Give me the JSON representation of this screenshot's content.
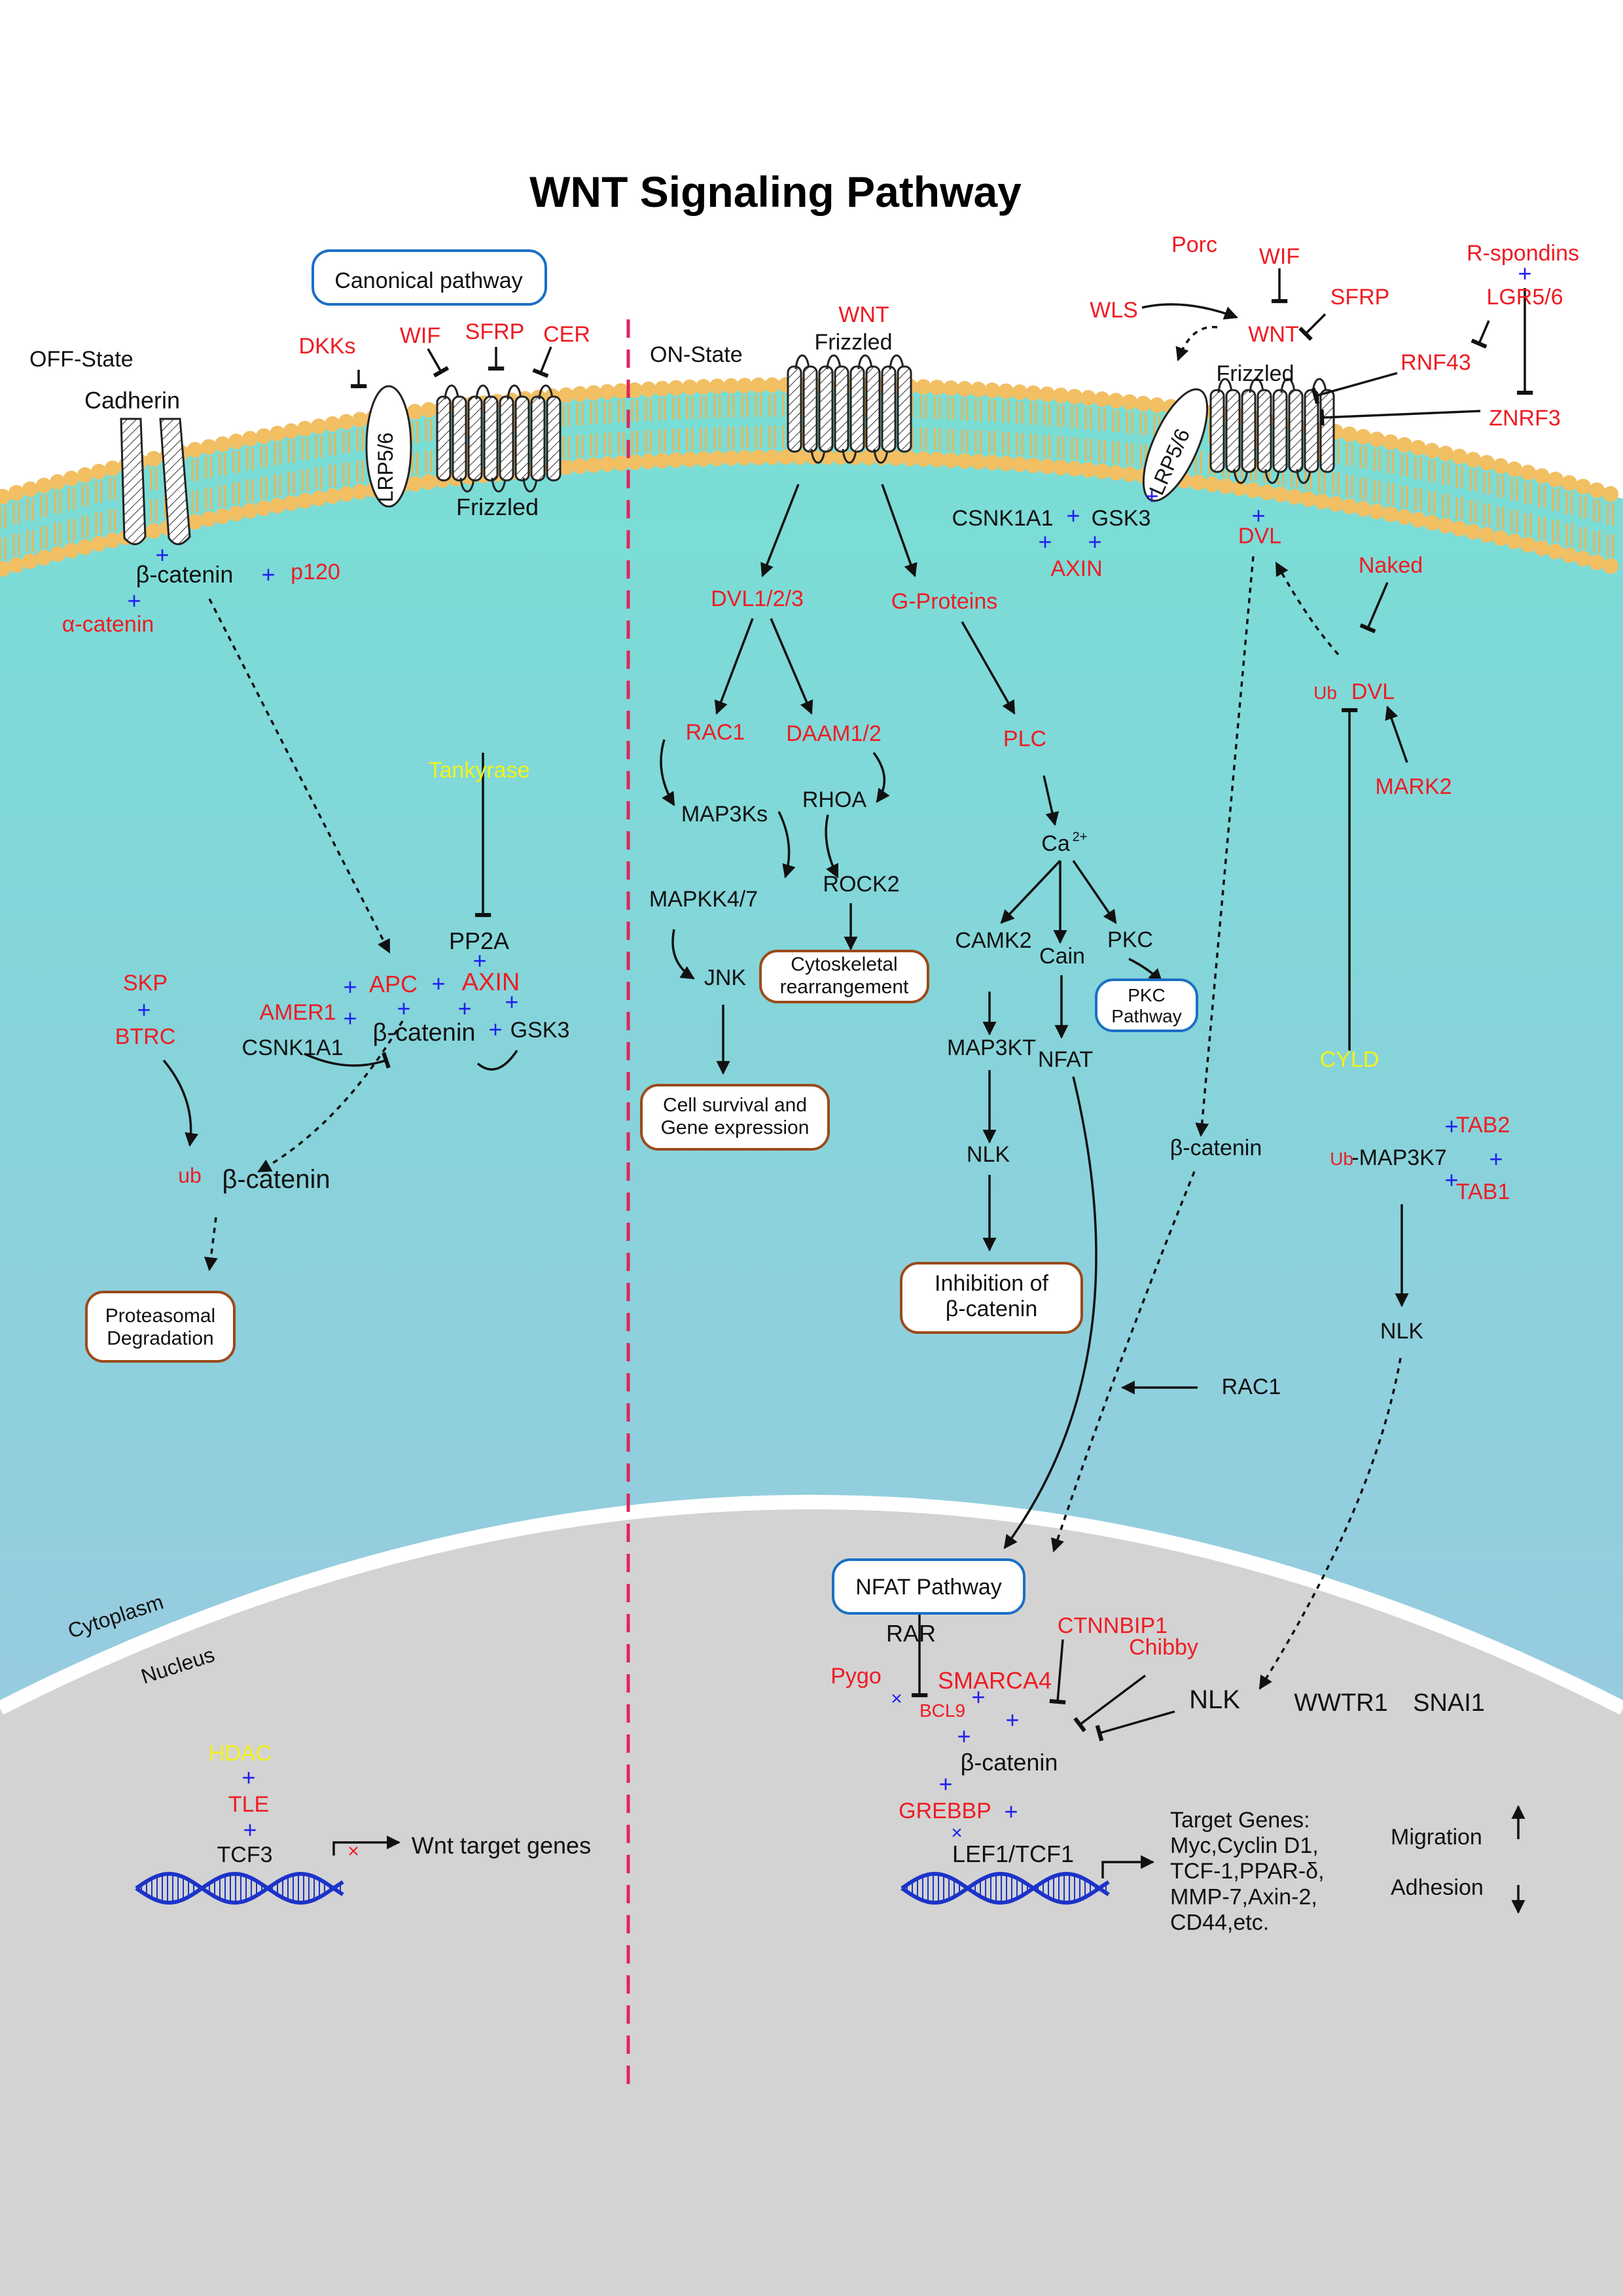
{
  "title": "WNT Signaling Pathway",
  "colors": {
    "red": "#ee1c23",
    "yellow": "#f2f21a",
    "blue_plus": "#2020ee",
    "box_blue": "#1a6fc4",
    "box_brown": "#9b4a1a",
    "membrane_head": "#f2bf63",
    "cytoplasm_top": "#79ded5",
    "cytoplasm_bottom": "#a8c4e6",
    "nucleus": "#d3d3d3",
    "dna": "#1b33c9",
    "dashed_divider": "#e0245e"
  },
  "icons": [
    "lipid-bilayer-icon",
    "receptor-icon",
    "dna-icon",
    "arrow-icon",
    "inhibition-icon",
    "up-arrow-icon",
    "down-arrow-icon",
    "cross-mark-icon"
  ],
  "labels": {
    "canonical_pathway": "Canonical pathway",
    "off_state": "OFF-State",
    "on_state": "ON-State",
    "cadherin": "Cadherin",
    "dkks": "DKKs",
    "wif_l": "WIF",
    "sfrp_l": "SFRP",
    "cer": "CER",
    "lrp_l": "LRP5/6",
    "frizzled_l": "Frizzled",
    "bcat_mem": "β-catenin",
    "p120": "p120",
    "acat": "α-catenin",
    "tankyrase": "Tankyrase",
    "pp2a": "PP2A",
    "axin_c": "AXIN",
    "apc": "APC",
    "amer1": "AMER1",
    "bcat_complex": "β-catenin",
    "csnk_c": "CSNK1A1",
    "gsk3_c": "GSK3",
    "skp": "SKP",
    "btrc": "BTRC",
    "ub_small": "ub",
    "bcat_ub": "β-catenin",
    "proteasomal": "Proteasomal\nDegradation",
    "cytoplasm": "Cytoplasm",
    "nucleus": "Nucleus",
    "hdac": "HDAC",
    "tle": "TLE",
    "tcf3": "TCF3",
    "wnt_target": "Wnt target genes",
    "wnt_m": "WNT",
    "frizzled_m": "Frizzled",
    "dvl123": "DVL1/2/3",
    "gprot": "G-Proteins",
    "rac1_m": "RAC1",
    "daam": "DAAM1/2",
    "map3ks": "MAP3Ks",
    "rhoa": "RHOA",
    "mapkk": "MAPKK4/7",
    "rock2": "ROCK2",
    "jnk": "JNK",
    "cytoskeletal": "Cytoskeletal\nrearrangement",
    "cellsurv": "Cell survival and\nGene expression",
    "plc": "PLC",
    "ca": "Ca",
    "ca_sup": "2+",
    "camk2": "CAMK2",
    "cain": "Cain",
    "pkc": "PKC",
    "pkc_path": "PKC\nPathway",
    "map3kt": "MAP3KT",
    "nfat": "NFAT",
    "nlk_m": "NLK",
    "inhib": "Inhibition of\nβ-catenin",
    "rac1_r": "RAC1",
    "nfat_path": "NFAT Pathway",
    "porc": "Porc",
    "wif_r": "WIF",
    "rspond": "R-spondins",
    "wls": "WLS",
    "wnt_r": "WNT",
    "sfrp_r": "SFRP",
    "lgr": "LGR5/6",
    "rnf43": "RNF43",
    "lrp_r": "LRP5/6",
    "frizzled_r": "Frizzled",
    "znrf3": "ZNRF3",
    "csnk_r": "CSNK1A1",
    "gsk3_r": "GSK3",
    "axin_r": "AXIN",
    "dvl": "DVL",
    "naked": "Naked",
    "ub_dvl": "Ub",
    "dvl2": "DVL",
    "mark2": "MARK2",
    "cyld": "CYLD",
    "bcat_r": "β-catenin",
    "tab2": "TAB2",
    "ub_map": "Ub",
    "map3k7": "-MAP3K7",
    "tab1": "TAB1",
    "nlk_r": "NLK",
    "rar": "RAR",
    "pygo": "Pygo",
    "smarca4": "SMARCA4",
    "bcl9": "BCL9",
    "ctnnbip1": "CTNNBIP1",
    "chibby": "Chibby",
    "nlk_n": "NLK",
    "wwtr1": "WWTR1",
    "snai1": "SNAI1",
    "bcat_n": "β-catenin",
    "grebbp": "GREBBP",
    "lef": "LEF1/TCF1",
    "target": "Target Genes:\nMyc,Cyclin D1,\nTCF-1,PPAR-δ,\nMMP-7,Axin-2,\nCD44,etc.",
    "migration": "Migration",
    "adhesion": "Adhesion"
  }
}
